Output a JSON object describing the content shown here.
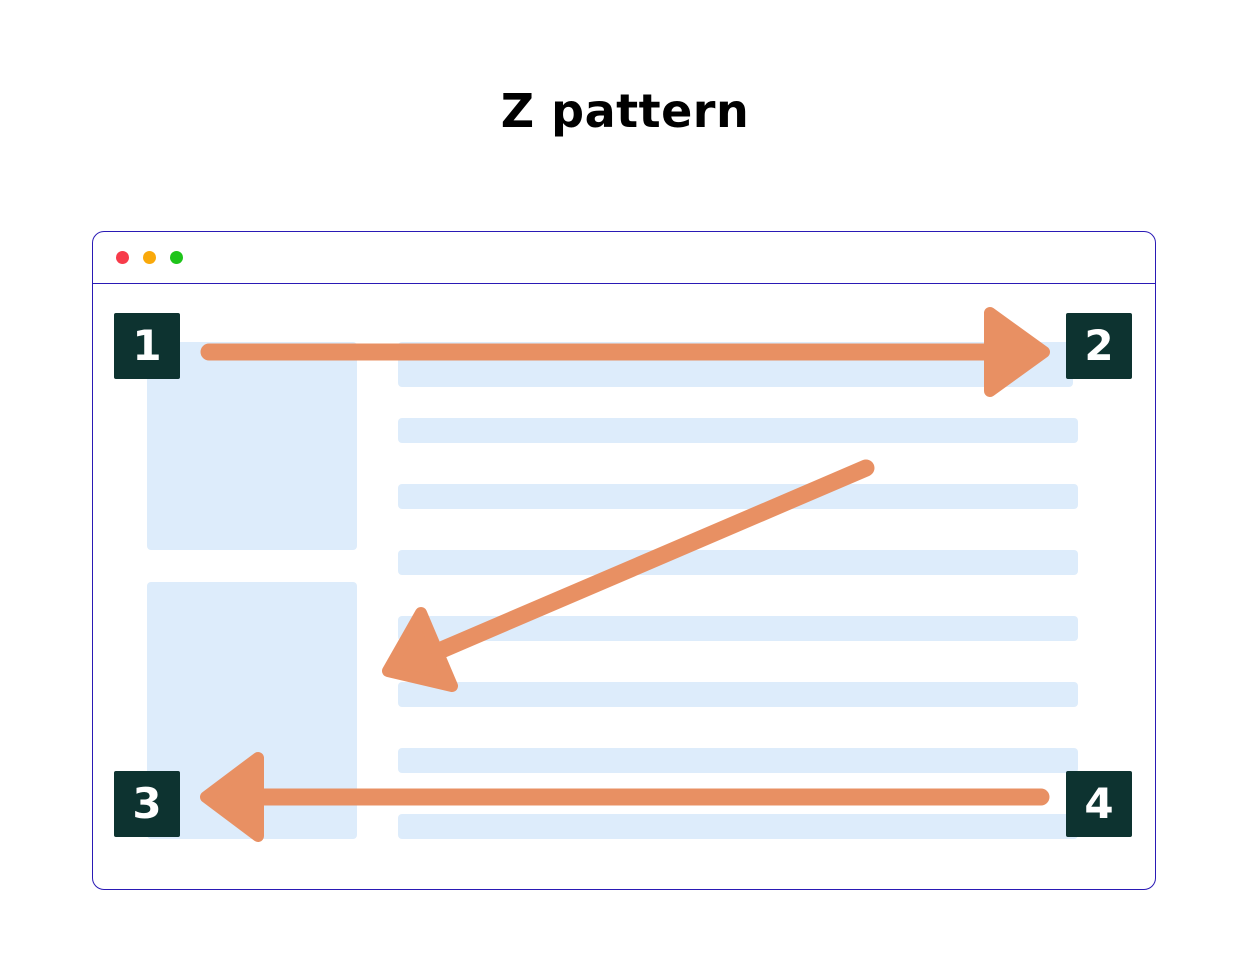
{
  "title": "Z pattern",
  "window": {
    "controls": [
      {
        "name": "close",
        "color": "#f73b4a"
      },
      {
        "name": "minimize",
        "color": "#f9a90b"
      },
      {
        "name": "maximize",
        "color": "#1ec41a"
      }
    ]
  },
  "colors": {
    "frame": "#2a1ab5",
    "placeholder": "#ddecfb",
    "arrow": "#e89063",
    "badge": "#0d3330"
  },
  "steps": [
    {
      "label": "1"
    },
    {
      "label": "2"
    },
    {
      "label": "3"
    },
    {
      "label": "4"
    }
  ]
}
